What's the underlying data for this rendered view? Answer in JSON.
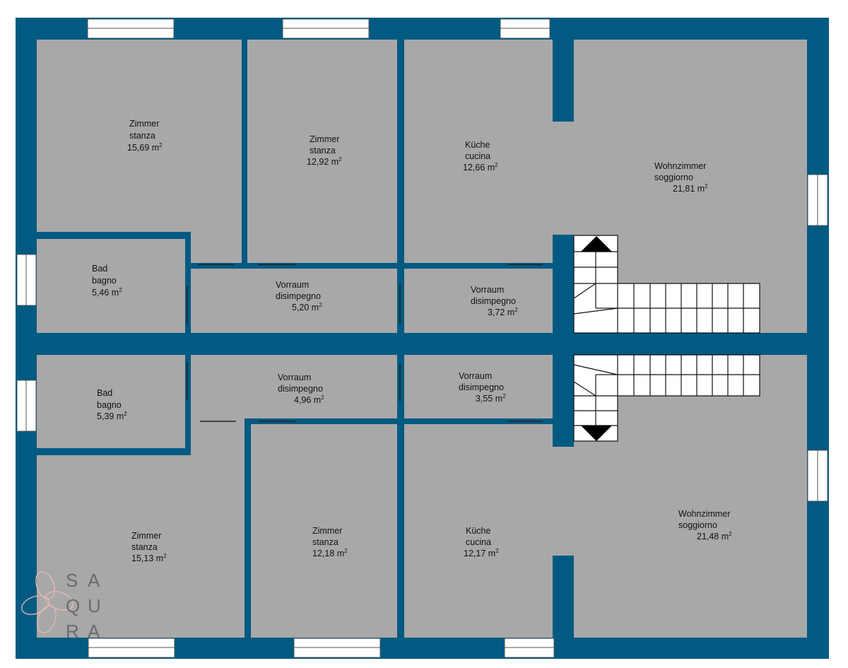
{
  "colors": {
    "wall": "#005a82",
    "floor": "#a8a8a8",
    "window": "#ffffff",
    "stair": "#ffffff",
    "logo_mark": "#e7b6b6",
    "logo_text": "#6b6b6b"
  },
  "rooms": {
    "zimmer_1": {
      "name_de": "Zimmer",
      "name_it": "stanza",
      "area": "15,69 m",
      "unit_sup": "2"
    },
    "zimmer_2": {
      "name_de": "Zimmer",
      "name_it": "stanza",
      "area": "12,92 m",
      "unit_sup": "2"
    },
    "kueche_1": {
      "name_de": "Küche",
      "name_it": "cucina",
      "area": "12,66 m",
      "unit_sup": "2"
    },
    "wohn_1": {
      "name_de": "Wohnzimmer",
      "name_it": "soggiorno",
      "area": "21,81 m",
      "unit_sup": "2"
    },
    "bad_1": {
      "name_de": "Bad",
      "name_it": "bagno",
      "area": "5,46 m",
      "unit_sup": "2"
    },
    "vorraum_1": {
      "name_de": "Vorraum",
      "name_it": "disimpegno",
      "area": "5,20 m",
      "unit_sup": "2"
    },
    "vorraum_2": {
      "name_de": "Vorraum",
      "name_it": "disimpegno",
      "area": "3,72 m",
      "unit_sup": "2"
    },
    "bad_2": {
      "name_de": "Bad",
      "name_it": "bagno",
      "area": "5,39 m",
      "unit_sup": "2"
    },
    "vorraum_3": {
      "name_de": "Vorraum",
      "name_it": "disimpegno",
      "area": "4,96 m",
      "unit_sup": "2"
    },
    "vorraum_4": {
      "name_de": "Vorraum",
      "name_it": "disimpegno",
      "area": "3,55 m",
      "unit_sup": "2"
    },
    "zimmer_3": {
      "name_de": "Zimmer",
      "name_it": "stanza",
      "area": "15,13 m",
      "unit_sup": "2"
    },
    "zimmer_4": {
      "name_de": "Zimmer",
      "name_it": "stanza",
      "area": "12,18 m",
      "unit_sup": "2"
    },
    "kueche_2": {
      "name_de": "Küche",
      "name_it": "cucina",
      "area": "12,17 m",
      "unit_sup": "2"
    },
    "wohn_2": {
      "name_de": "Wohnzimmer",
      "name_it": "soggiorno",
      "area": "21,48 m",
      "unit_sup": "2"
    }
  },
  "logo": {
    "letters": [
      "S",
      "A",
      "Q",
      "U",
      "R",
      "A"
    ],
    "icon": "saqura-petal-logo-icon"
  },
  "icons": {
    "stair_up": "triangle-up-icon",
    "stair_down": "triangle-down-icon"
  }
}
